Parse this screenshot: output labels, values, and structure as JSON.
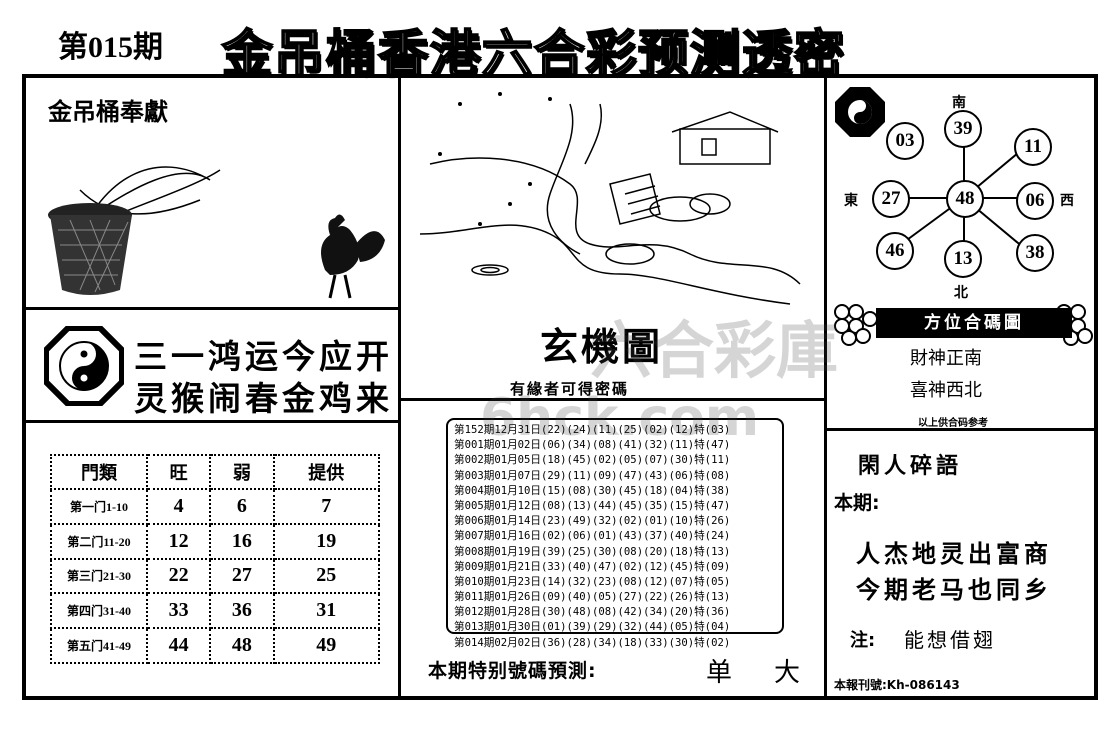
{
  "header": {
    "issue": "第015期",
    "title": "金吊桶香港六合彩预测透密"
  },
  "left": {
    "credit": "金吊桶奉獻",
    "poem_line1": "三一鸿运今应开",
    "poem_line2": "灵猴闹春金鸡来"
  },
  "door_table": {
    "headers": [
      "門類",
      "旺",
      "弱",
      "提供"
    ],
    "rows": [
      {
        "label": "第一门1-10",
        "values": [
          "4",
          "6",
          "7"
        ]
      },
      {
        "label": "第二门11-20",
        "values": [
          "12",
          "16",
          "19"
        ]
      },
      {
        "label": "第三门21-30",
        "values": [
          "22",
          "27",
          "25"
        ]
      },
      {
        "label": "第四门31-40",
        "values": [
          "33",
          "36",
          "31"
        ]
      },
      {
        "label": "第五门41-49",
        "values": [
          "44",
          "48",
          "49"
        ]
      }
    ]
  },
  "center": {
    "picture_title": "玄機圖",
    "picture_caption": "有緣者可得密碼",
    "history": [
      "第152期12月31日(22)(24)(11)(25)(02)(12)特(03)",
      "第001期01月02日(06)(34)(08)(41)(32)(11)特(47)",
      "第002期01月05日(18)(45)(02)(05)(07)(30)特(11)",
      "第003期01月07日(29)(11)(09)(47)(43)(06)特(08)",
      "第004期01月10日(15)(08)(30)(45)(18)(04)特(38)",
      "第005期01月12日(08)(13)(44)(45)(35)(15)特(47)",
      "第006期01月14日(23)(49)(32)(02)(01)(10)特(26)",
      "第007期01月16日(02)(06)(01)(43)(37)(40)特(24)",
      "第008期01月19日(39)(25)(30)(08)(20)(18)特(13)",
      "第009期01月21日(33)(40)(47)(02)(12)(45)特(09)",
      "第010期01月23日(14)(32)(23)(08)(12)(07)特(05)",
      "第011期01月26日(09)(40)(05)(27)(22)(26)特(13)",
      "第012期01月28日(30)(48)(08)(42)(34)(20)特(36)",
      "第013期01月30日(01)(39)(29)(32)(44)(05)特(04)",
      "第014期02月02日(36)(28)(34)(18)(33)(30)特(02)"
    ],
    "special_label": "本期特别號碼預測:",
    "special_value1": "单",
    "special_value2": "大"
  },
  "right": {
    "directions": {
      "south": "南",
      "north": "北",
      "east": "東",
      "west": "西"
    },
    "numbers": {
      "n03": "03",
      "n39": "39",
      "n11": "11",
      "n27": "27",
      "n48": "48",
      "n06": "06",
      "n46": "46",
      "n13": "13",
      "n38": "38"
    },
    "bar_title": "方位合碼圖",
    "line1": "財神正南",
    "line2": "喜神西北",
    "note_small": "以上供合码参考",
    "idle_title": "閑人碎語",
    "this_issue": "本期:",
    "verse1": "人杰地灵出富商",
    "verse2": "今期老马也同乡",
    "note_label": "注:",
    "note_text": "能想借翅",
    "code": "本報刊號:Kh-086143"
  },
  "watermark": {
    "brand": "六合彩庫",
    "domain": "6hck.com"
  }
}
